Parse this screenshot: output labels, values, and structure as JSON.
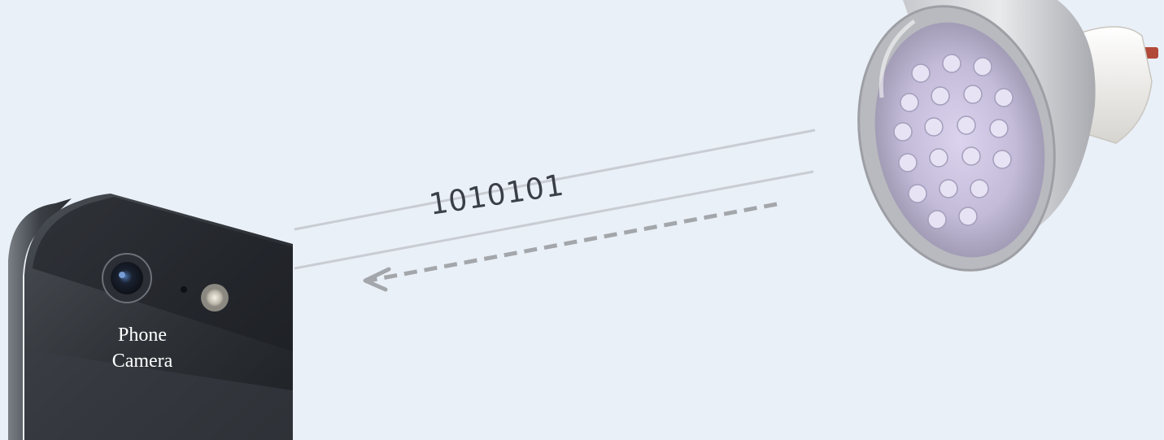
{
  "camera_label": [
    "Phone",
    "Camera"
  ],
  "signal_text": "1010101",
  "icons": {
    "phone": "smartphone-camera-icon",
    "bulb": "led-spotlight-bulb-icon",
    "arrow": "dashed-arrow-left-icon"
  },
  "colors": {
    "background": "#eaf0f8",
    "guide_lines": "#c9cdd3",
    "arrow": "#a3a6aa",
    "phone_body": "#2a2d31"
  }
}
